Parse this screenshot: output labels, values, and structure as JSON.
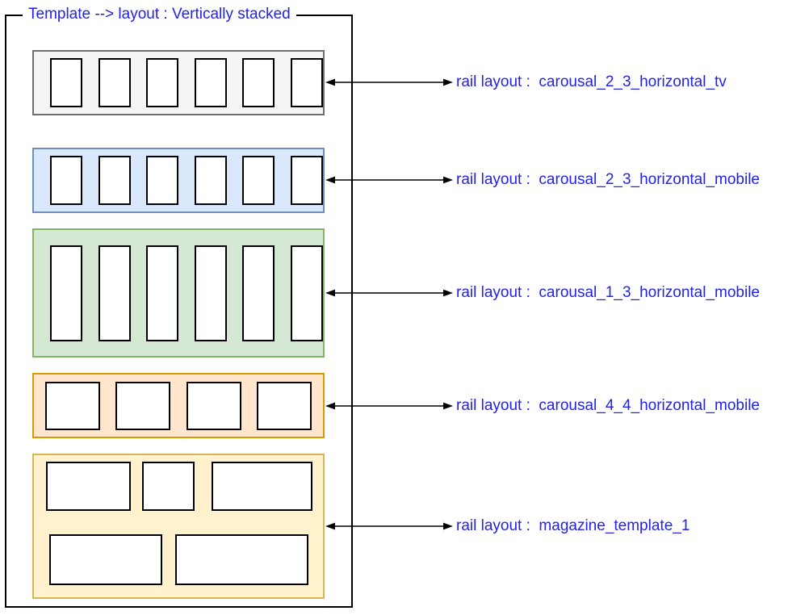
{
  "title": "Template --> layout : Vertically stacked",
  "accent_color": "#2222e8",
  "item_box_fill": "#ffffff",
  "item_box_stroke": "#000000",
  "rails": [
    {
      "name": "carousal_2_3_horizontal_tv",
      "label": "rail layout :  carousal_2_3_horizontal_tv",
      "fill": "#f5f5f5",
      "stroke": "#707070",
      "item_count": 6
    },
    {
      "name": "carousal_2_3_horizontal_mobile",
      "label": "rail layout :  carousal_2_3_horizontal_mobile",
      "fill": "#dae8fc",
      "stroke": "#6c8ebf",
      "item_count": 6
    },
    {
      "name": "carousal_1_3_horizontal_mobile",
      "label": "rail layout :  carousal_1_3_horizontal_mobile",
      "fill": "#d5e8d4",
      "stroke": "#82b366",
      "item_count": 6
    },
    {
      "name": "carousal_4_4_horizontal_mobile",
      "label": "rail layout :  carousal_4_4_horizontal_mobile",
      "fill": "#ffe6cc",
      "stroke": "#d79b00",
      "item_count": 4
    },
    {
      "name": "magazine_template_1",
      "label": "rail layout :  magazine_template_1",
      "fill": "#fff2cc",
      "stroke": "#d6b656",
      "magazine_rows": [
        3,
        2
      ]
    }
  ]
}
